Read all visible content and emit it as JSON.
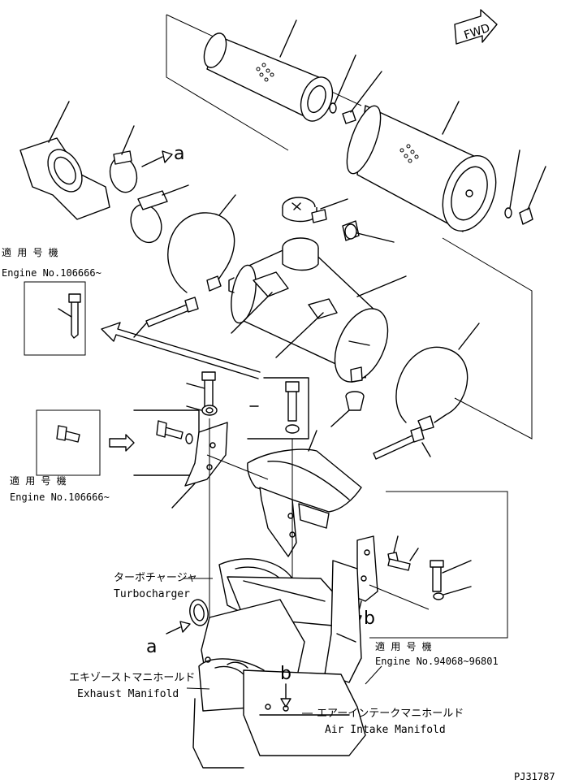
{
  "fwd_label": "FWD",
  "references": {
    "a": "a",
    "b": "b"
  },
  "applicability_top": {
    "jp": "適 用 号 機",
    "en": "Engine No.106666~"
  },
  "applicability_mid": {
    "jp": "適 用 号 機",
    "en": "Engine No.106666~"
  },
  "applicability_right": {
    "jp": "適 用 号 機",
    "en": "Engine No.94068~96801"
  },
  "labels": {
    "turbocharger_jp": "ターボチャージャ",
    "turbocharger_en": "Turbocharger",
    "exhaust_manifold_jp": "エキゾーストマニホールド",
    "exhaust_manifold_en": "Exhaust Manifold",
    "air_intake_manifold_jp": "エアーインテークマニホールド",
    "air_intake_manifold_en": "Air Intake Manifold"
  },
  "drawing_number": "PJ31787"
}
